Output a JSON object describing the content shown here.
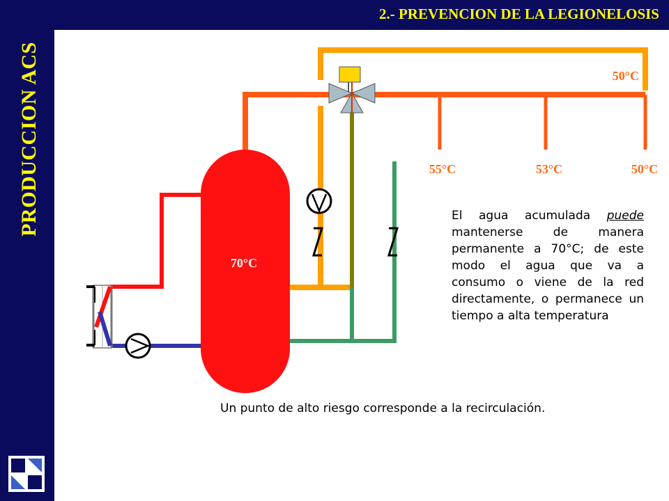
{
  "header": {
    "title": "2.- PREVENCION DE LA LEGIONELOSIS"
  },
  "sidebar": {
    "title": "PRODUCCION ACS",
    "logo_icon": "brand-logo-icon"
  },
  "diagram": {
    "tank_temp": "70°C",
    "return_temp": "50°C",
    "tap_temps": [
      "55°C",
      "53°C",
      "50°C"
    ],
    "colors": {
      "hot": "#ff3300",
      "supply": "#ff5a14",
      "return": "#ffa000",
      "cold": "#3c9c64",
      "bypass": "#7f7f00",
      "primary_return": "#3333aa",
      "tank": "#ff1111",
      "valve_actuator": "#ffd400"
    },
    "icons": [
      "storage-tank-icon",
      "heat-exchanger-icon",
      "pump-icon",
      "three-way-valve-icon",
      "check-valve-icon"
    ]
  },
  "text": {
    "description_before": "El agua acumulada ",
    "description_underlined": "puede",
    "description_after": " mantenerse de manera permanente a 70°C; de este modo el agua que va a consumo o viene de la red directamente, o permanece un tiempo a alta temperatura",
    "footnote": "Un punto de alto riesgo corresponde a la recirculación."
  }
}
